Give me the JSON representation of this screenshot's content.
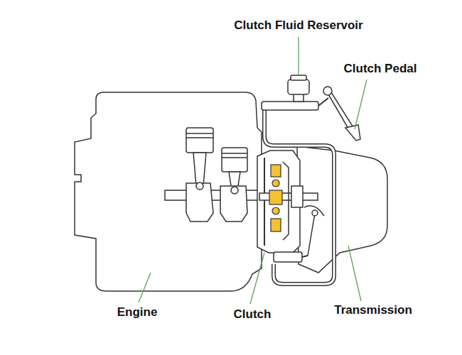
{
  "diagram": {
    "labels": [
      "Clutch Fluid Reservoir",
      "Clutch Pedal",
      "Engine",
      "Clutch",
      "Transmission"
    ]
  }
}
